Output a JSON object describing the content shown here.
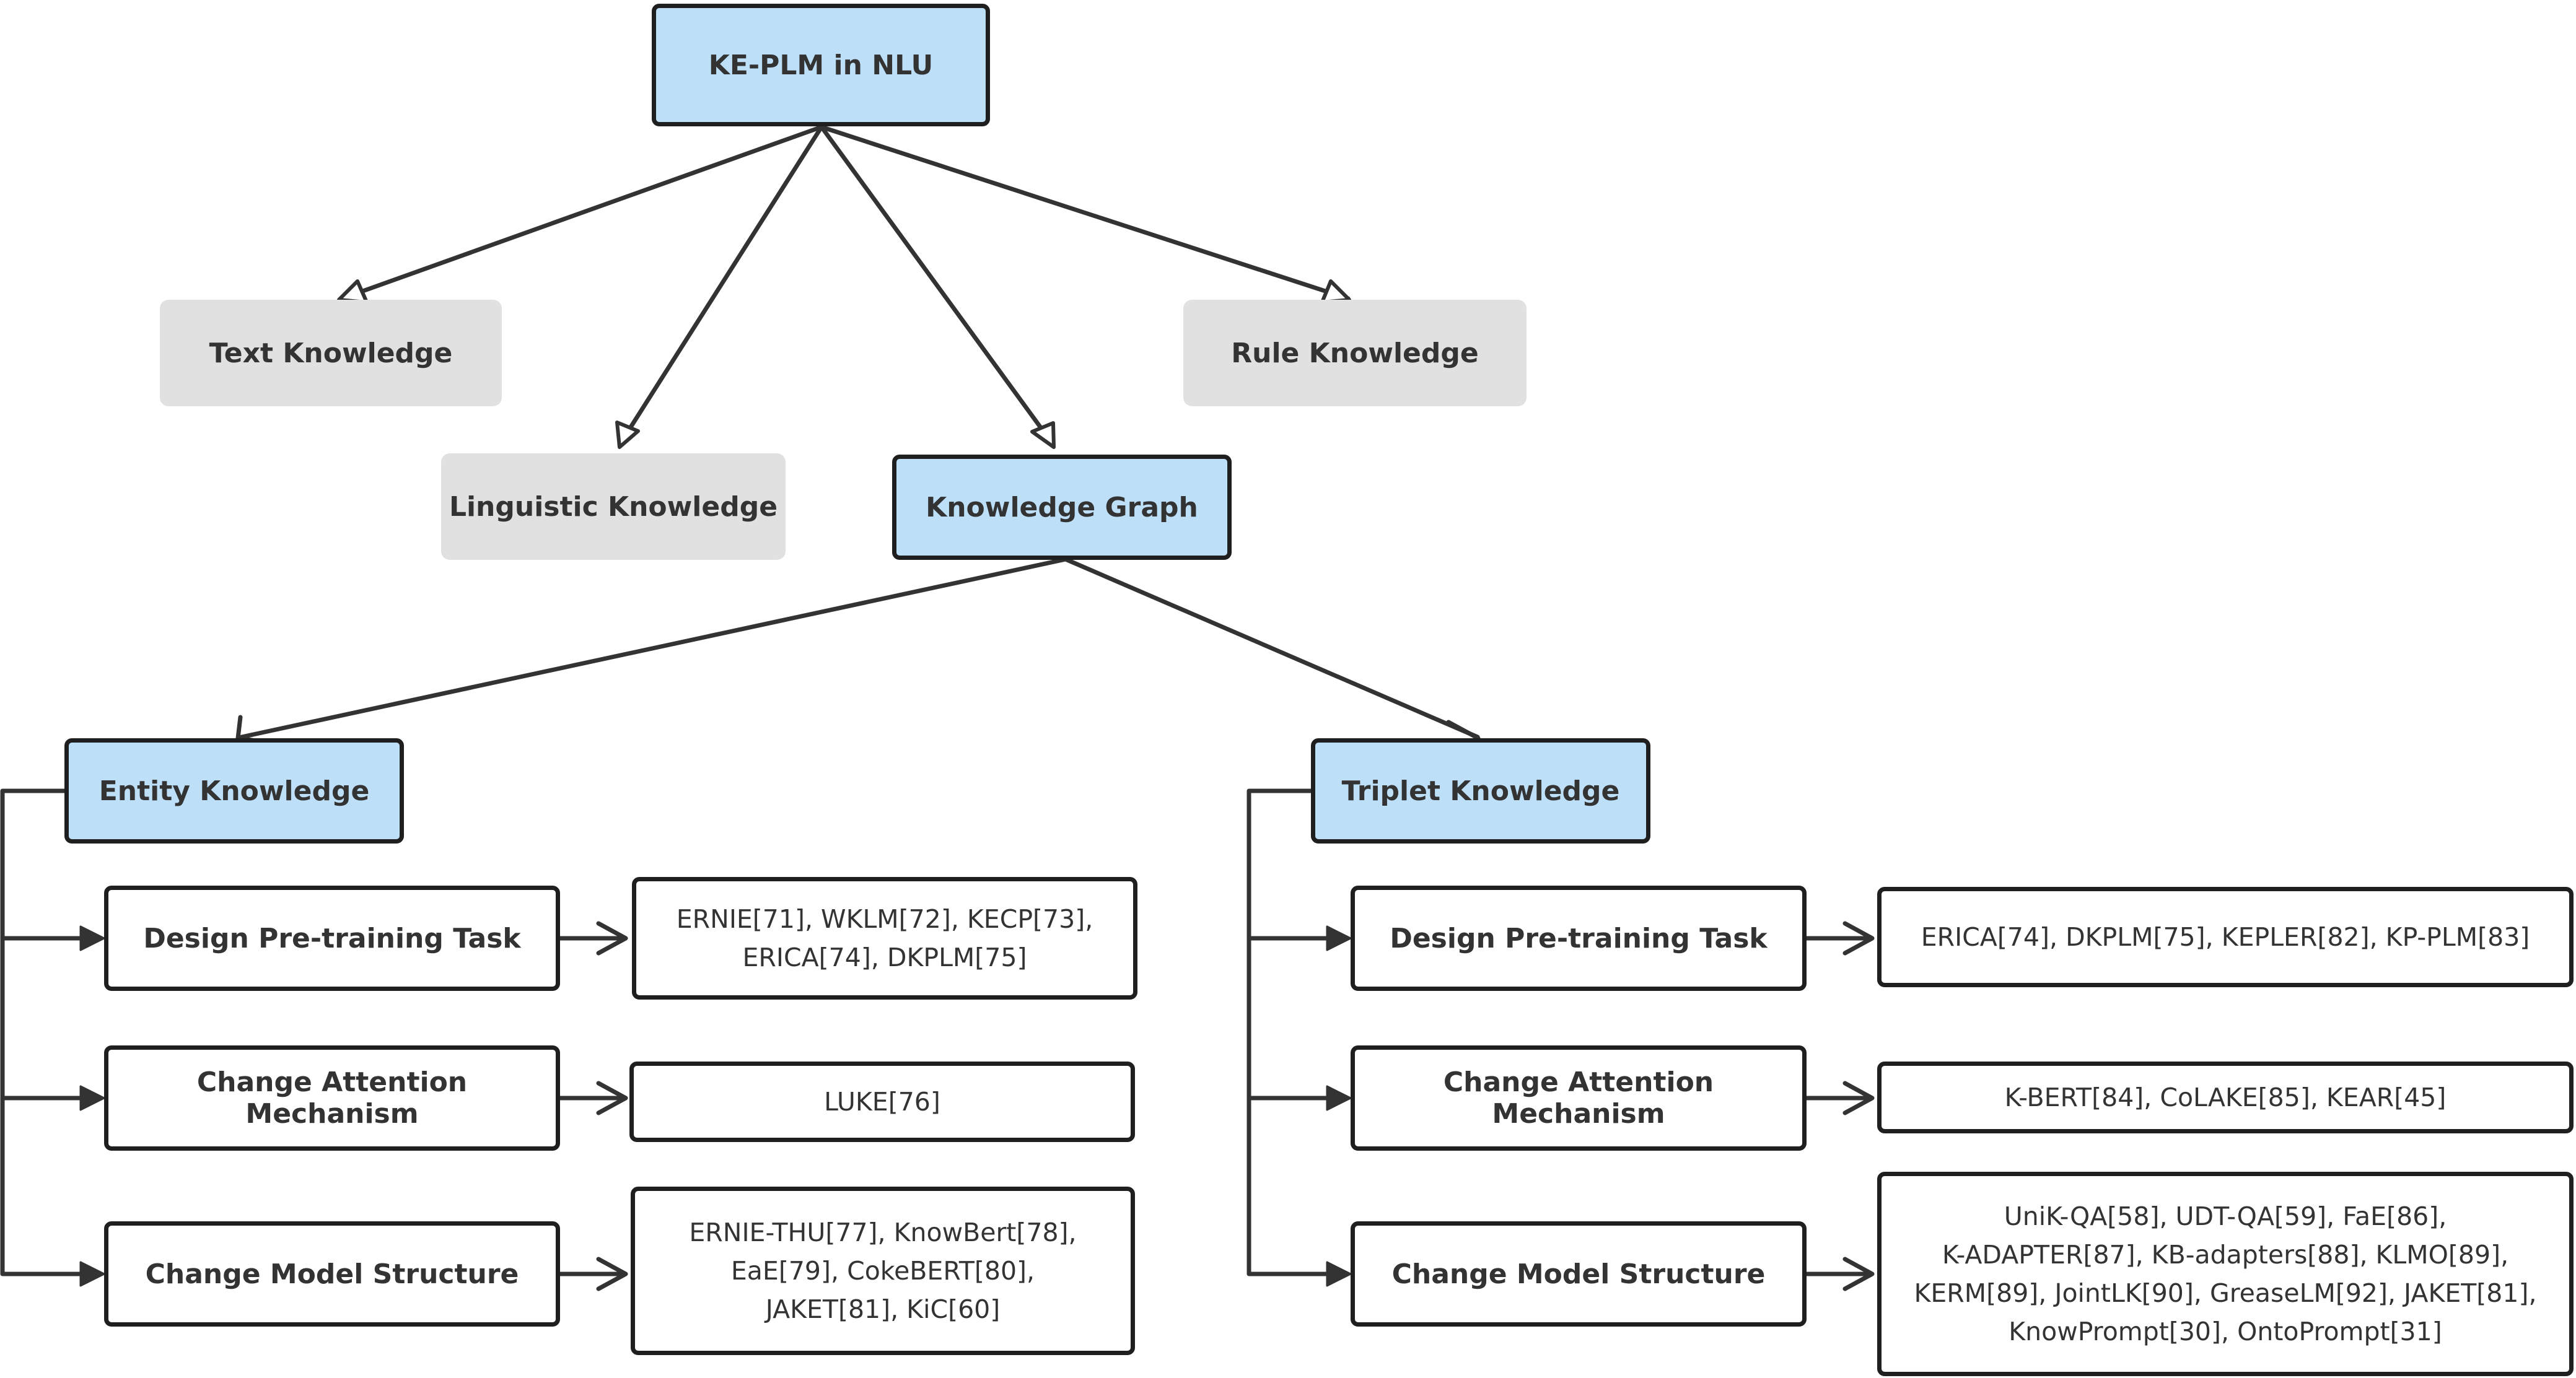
{
  "root": {
    "label": "KE-PLM in NLU"
  },
  "knowledge_types": {
    "text": "Text Knowledge",
    "linguistic": "Linguistic Knowledge",
    "graph": "Knowledge Graph",
    "rule": "Rule Knowledge"
  },
  "entity": {
    "label": "Entity Knowledge",
    "methods": [
      {
        "label": "Design Pre-training Task",
        "refs": "ERNIE[71], WKLM[72], KECP[73],\nERICA[74], DKPLM[75]"
      },
      {
        "label": "Change Attention Mechanism",
        "refs": "LUKE[76]"
      },
      {
        "label": "Change Model Structure",
        "refs": "ERNIE-THU[77], KnowBert[78],\nEaE[79], CokeBERT[80],\nJAKET[81], KiC[60]"
      }
    ]
  },
  "triplet": {
    "label": "Triplet Knowledge",
    "methods": [
      {
        "label": "Design Pre-training Task",
        "refs": "ERICA[74], DKPLM[75], KEPLER[82], KP-PLM[83]"
      },
      {
        "label": "Change Attention Mechanism",
        "refs": "K-BERT[84], CoLAKE[85], KEAR[45]"
      },
      {
        "label": "Change Model Structure",
        "refs": "UniK-QA[58], UDT-QA[59], FaE[86],\nK-ADAPTER[87], KB-adapters[88], KLMO[89],\nKERM[89], JointLK[90], GreaseLM[92], JAKET[81],\nKnowPrompt[30], OntoPrompt[31]"
      }
    ]
  }
}
